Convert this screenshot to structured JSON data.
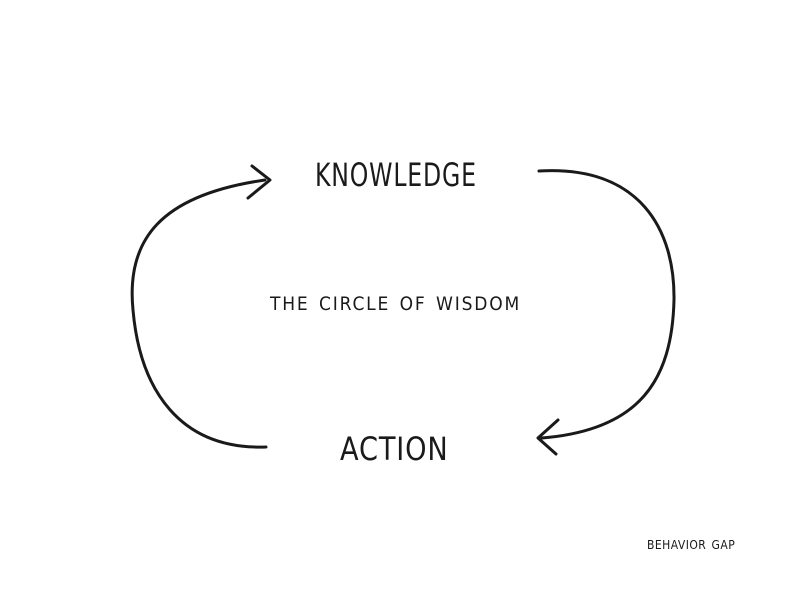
{
  "diagram": {
    "nodes": {
      "top": "Knowledge",
      "bottom": "Action"
    },
    "center_label": "The circle of wisdom",
    "signature": "Behavior Gap",
    "stroke_color": "#1a1a1a",
    "background_color": "#ffffff"
  }
}
